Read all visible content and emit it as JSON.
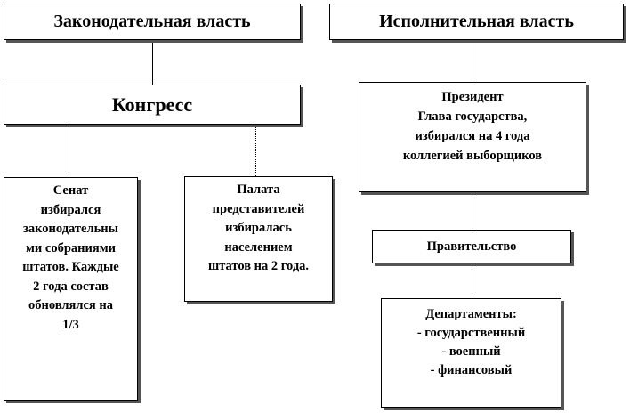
{
  "legislative": {
    "title": "Законодательная власть",
    "congress": "Конгресс",
    "senate": "Сенат\nизбирался\nзаконодательны\nми собраниями\nштатов. Каждые\n2 года состав\nобновлялся на\n1/3",
    "house": "Палата\nпредставителей\nизбиралась\nнаселением\nштатов на 2 года."
  },
  "executive": {
    "title": "Исполнительная власть",
    "president": "Президент\nГлава государства,\nизбирался на 4 года\nколлегией выборщиков",
    "government": "Правительство",
    "departments": "Департаменты:\n- государственный\n- военный\n- финансовый"
  }
}
